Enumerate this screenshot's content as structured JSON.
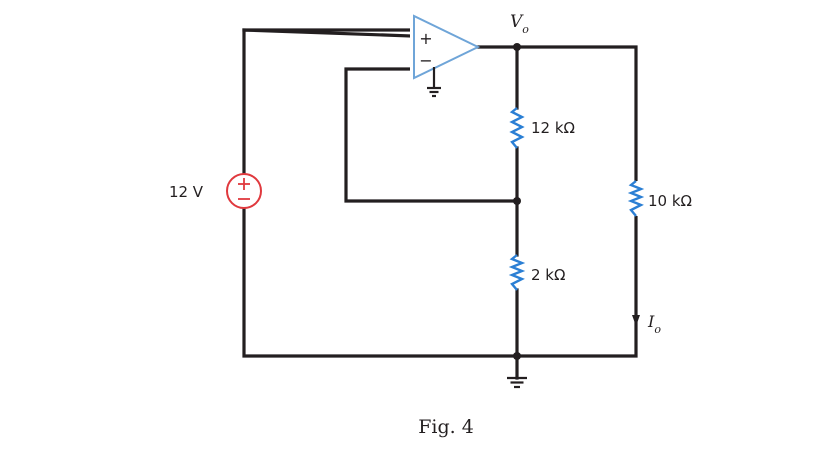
{
  "diagram": {
    "output_voltage": {
      "main": "V",
      "sub": "o"
    },
    "output_current": {
      "main": "I",
      "sub": "o"
    },
    "source": {
      "label": "12 V"
    },
    "resistors": {
      "r_top": "12 kΩ",
      "r_bottom": "2 kΩ",
      "r_load": "10 kΩ"
    },
    "opamp": {
      "plus": "+",
      "minus": "−"
    },
    "caption": "Fig. 4",
    "colors": {
      "wire": "#231f20",
      "resistor": "#2b7fd4",
      "opamp": "#6fa5d8",
      "source": "#e0393e"
    }
  }
}
